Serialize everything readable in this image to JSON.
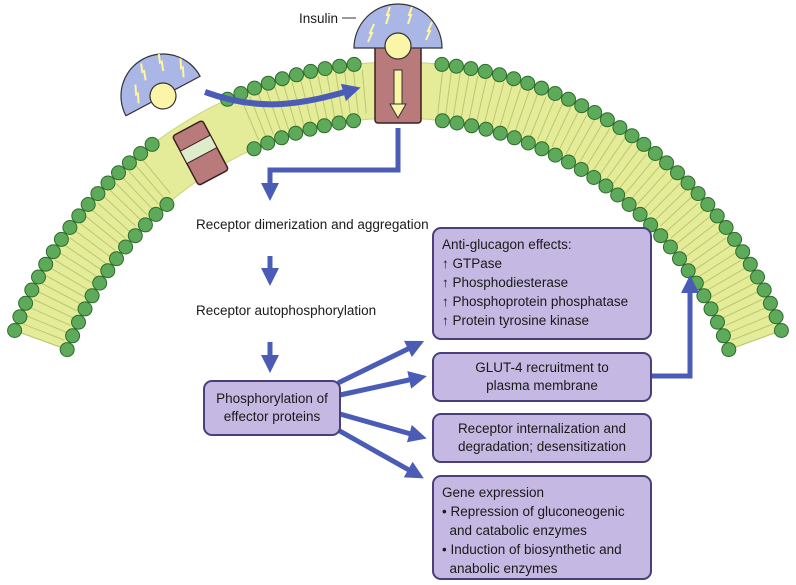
{
  "labels": {
    "insulin": "Insulin",
    "dimerization": [
      "Receptor dimerization",
      "and aggregation"
    ],
    "autophosphorylation": [
      "Receptor",
      "autophosphorylation"
    ]
  },
  "boxes": {
    "effector": [
      "Phosphorylation of",
      "effector proteins"
    ],
    "anti_glucagon": {
      "title": "Anti-glucagon effects:",
      "items": [
        "↑ GTPase",
        "↑ Phosphodiesterase",
        "↑ Phosphoprotein phosphatase",
        "↑ Protein tyrosine kinase"
      ]
    },
    "glut4": [
      "GLUT-4 recruitment to",
      "plasma membrane"
    ],
    "internalization": [
      "Receptor internalization and",
      "degradation; desensitization"
    ],
    "gene_expression": {
      "title": "Gene expression",
      "items": [
        "• Repression of gluconeogenic",
        "  and catabolic enzymes",
        "• Induction of biosynthetic and",
        "  anabolic enzymes"
      ]
    }
  },
  "colors": {
    "membrane_fill": "#e4ec9a",
    "lipid_head": "#5daa5a",
    "receptor": "#b87a7a",
    "insulin_fan": "#a9b6e6",
    "insulin_core": "#fbf5a8",
    "arrow": "#4a5cb5",
    "box_fill": "#c5b8e2",
    "box_border": "#4b3f7a"
  }
}
